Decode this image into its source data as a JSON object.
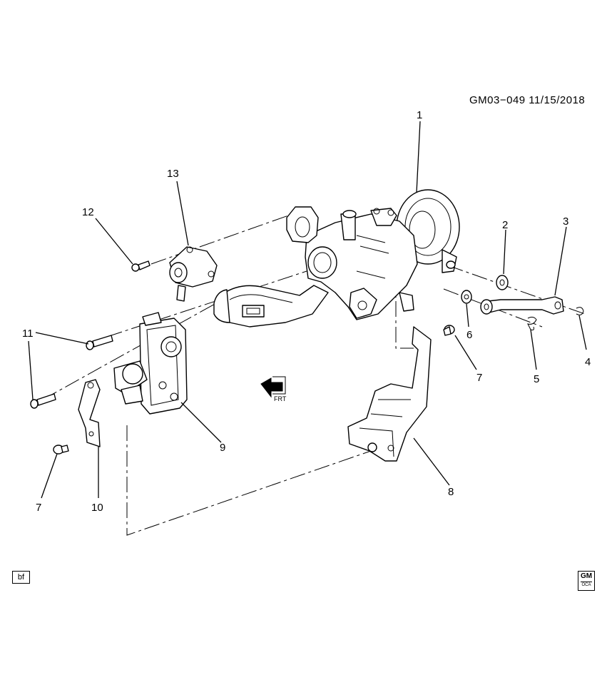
{
  "header": {
    "reference_code": "GM03−049 11/15/2018"
  },
  "callouts": [
    "1",
    "2",
    "3",
    "4",
    "5",
    "6",
    "7",
    "7",
    "8",
    "9",
    "10",
    "11",
    "12",
    "13"
  ],
  "direction_marker": {
    "label": "FRT",
    "icon": "front-direction-arrow-icon"
  },
  "footer": {
    "view_code": "bf",
    "logo_top": "GM",
    "logo_bottom": "OCA"
  }
}
